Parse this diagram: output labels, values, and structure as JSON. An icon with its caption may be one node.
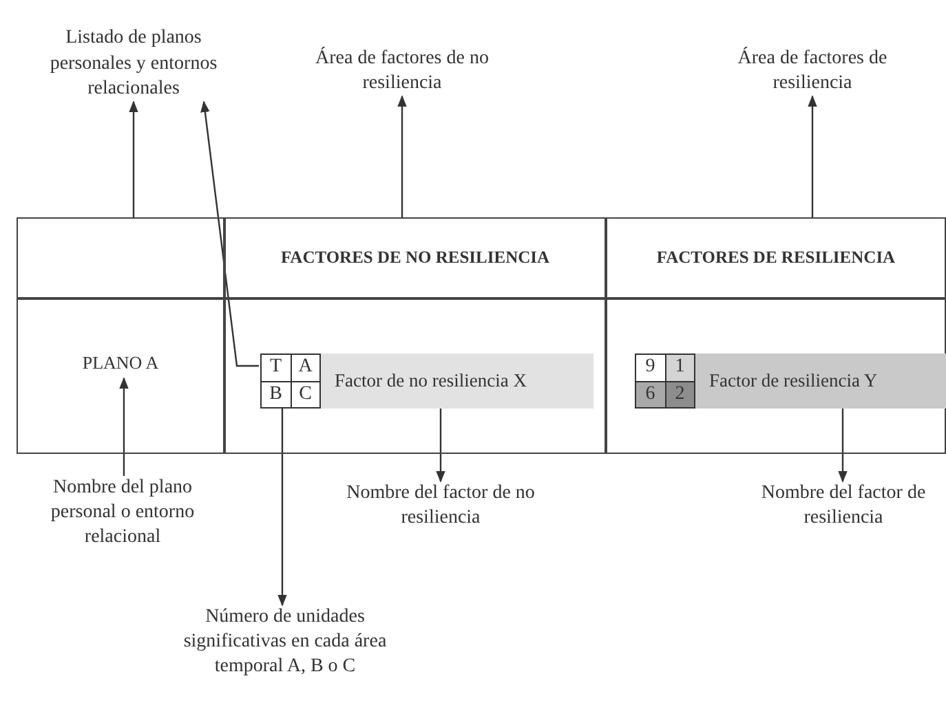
{
  "diagram": {
    "nodes": [
      {
        "text": [
          "Listado de planos personales y entornos relacionales"
        ]
      },
      {
        "text": [
          "Área de factores de no resiliencia"
        ]
      },
      {
        "text": [
          "Área de factores de resiliencia"
        ]
      },
      {
        "text": [],
        "shape": "box"
      },
      {
        "text": [
          "FACTORES DE NO RESILIENCIA"
        ]
      },
      {
        "text": [
          "FACTORES DE RESILIENCIA"
        ]
      },
      {
        "text": [
          "PLANO A"
        ]
      },
      {
        "text": [],
        "shape": "box"
      },
      {
        "text": [
          "T",
          "A",
          "B",
          "C"
        ],
        "in": 7
      },
      {
        "text": [
          "Factor de no resiliencia X"
        ],
        "in": 7
      },
      {
        "text": [],
        "shape": "box"
      },
      {
        "text": [
          "9",
          "1",
          "6",
          "2"
        ],
        "in": 10
      },
      {
        "text": [
          "Factor de resiliencia Y"
        ],
        "in": 10
      },
      {
        "text": [
          "Nombre del plano personal o entorno relacional"
        ]
      },
      {
        "text": [
          "Nombre del factor de no resiliencia"
        ]
      },
      {
        "text": [
          "Nombre del factor de resiliencia"
        ]
      },
      {
        "text": [
          "Número de unidades significativas en cada área temporal A, B o C"
        ]
      }
    ],
    "edges": [
      {
        "from": 3,
        "to": 0,
        "arrow": "to"
      },
      {
        "from": 4,
        "to": 1,
        "arrow": "to"
      },
      {
        "from": 5,
        "to": 2,
        "arrow": "to"
      },
      {
        "from": 13,
        "to": 6,
        "arrow": "to"
      },
      {
        "from": 9,
        "to": 14,
        "arrow": "to"
      },
      {
        "from": 12,
        "to": 15,
        "arrow": "to"
      },
      {
        "from": 8,
        "to": 16,
        "arrow": "to"
      },
      {
        "from": 8,
        "to": 0,
        "arrow": "to"
      }
    ]
  }
}
